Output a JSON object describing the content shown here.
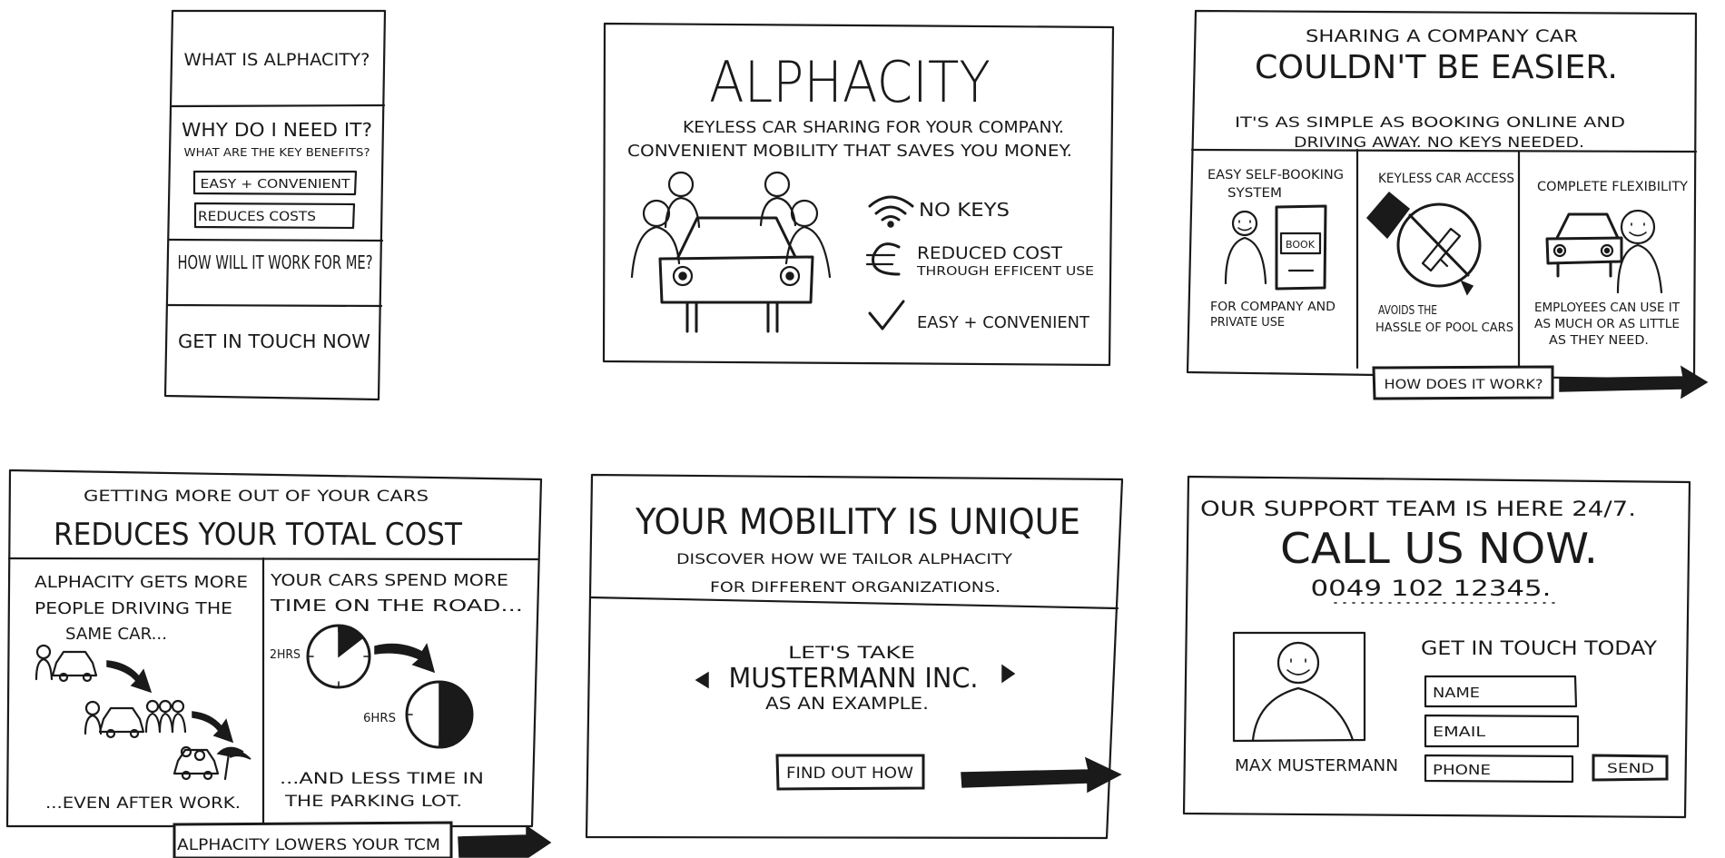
{
  "nav": {
    "what_is": "WHAT IS ALPHACITY?",
    "why_need": "WHY DO I NEED IT?",
    "key_benefits_q": "WHAT ARE THE KEY BENEFITS?",
    "benefit_easy": "EASY + CONVENIENT",
    "benefit_costs": "REDUCES COSTS",
    "how_work": "HOW WILL IT WORK FOR ME?",
    "get_in_touch": "GET IN TOUCH NOW"
  },
  "hero": {
    "title": "ALPHACITY",
    "tagline_1": "KEYLESS CAR SHARING FOR YOUR COMPANY.",
    "tagline_2": "CONVENIENT MOBILITY THAT SAVES YOU MONEY.",
    "features": [
      {
        "icon": "wifi-icon",
        "text": "NO KEYS",
        "sub": ""
      },
      {
        "icon": "euro-icon",
        "text": "REDUCED COST",
        "sub": "THROUGH EFFICENT USE"
      },
      {
        "icon": "check-icon",
        "text": "EASY + CONVENIENT",
        "sub": ""
      }
    ]
  },
  "sharing": {
    "kicker": "SHARING A COMPANY CAR",
    "headline": "COULDN'T BE EASIER.",
    "sub_1": "IT'S AS SIMPLE AS BOOKING ONLINE AND",
    "sub_2": "DRIVING AWAY. NO KEYS NEEDED.",
    "col1_title_1": "EASY SELF-BOOKING",
    "col1_title_2": "SYSTEM",
    "phone_label": "BOOK",
    "col1_caption_1": "FOR COMPANY AND",
    "col1_caption_2": "PRIVATE USE",
    "col2_title": "KEYLESS CAR ACCESS",
    "col2_caption_1": "AVOIDS THE",
    "col2_caption_2": "HASSLE OF POOL CARS",
    "col3_title": "COMPLETE FLEXIBILITY",
    "col3_caption_1": "EMPLOYEES CAN USE IT",
    "col3_caption_2": "AS MUCH OR AS LITTLE",
    "col3_caption_3": "AS THEY NEED.",
    "cta": "HOW DOES IT WORK?"
  },
  "cost": {
    "kicker": "GETTING MORE OUT OF YOUR CARS",
    "headline": "REDUCES YOUR TOTAL COST",
    "left_1": "ALPHACITY GETS MORE",
    "left_2": "PEOPLE DRIVING THE",
    "left_3": "SAME CAR...",
    "left_end": "...EVEN AFTER WORK.",
    "right_1": "YOUR CARS SPEND MORE",
    "right_2": "TIME ON THE ROAD...",
    "clock1_label": "2HRS",
    "clock2_label": "6HRS",
    "right_end_1": "...AND LESS TIME IN",
    "right_end_2": "THE PARKING LOT.",
    "cta": "ALPHACITY LOWERS YOUR TCM"
  },
  "mobility": {
    "headline": "YOUR MOBILITY IS UNIQUE",
    "sub_1": "DISCOVER HOW WE TAILOR ALPHACITY",
    "sub_2": "FOR DIFFERENT ORGANIZATIONS.",
    "lead": "LET'S TAKE",
    "company": "MUSTERMANN INC.",
    "tail": "AS AN EXAMPLE.",
    "cta": "FIND OUT HOW"
  },
  "contact": {
    "kicker": "OUR SUPPORT TEAM IS HERE 24/7.",
    "headline": "CALL US NOW.",
    "phone": "0049 102 12345.",
    "form_title": "GET IN TOUCH TODAY",
    "name_placeholder": "NAME",
    "email_placeholder": "EMAIL",
    "phone_placeholder": "PHONE",
    "send": "SEND",
    "person": "MAX MUSTERMANN"
  }
}
